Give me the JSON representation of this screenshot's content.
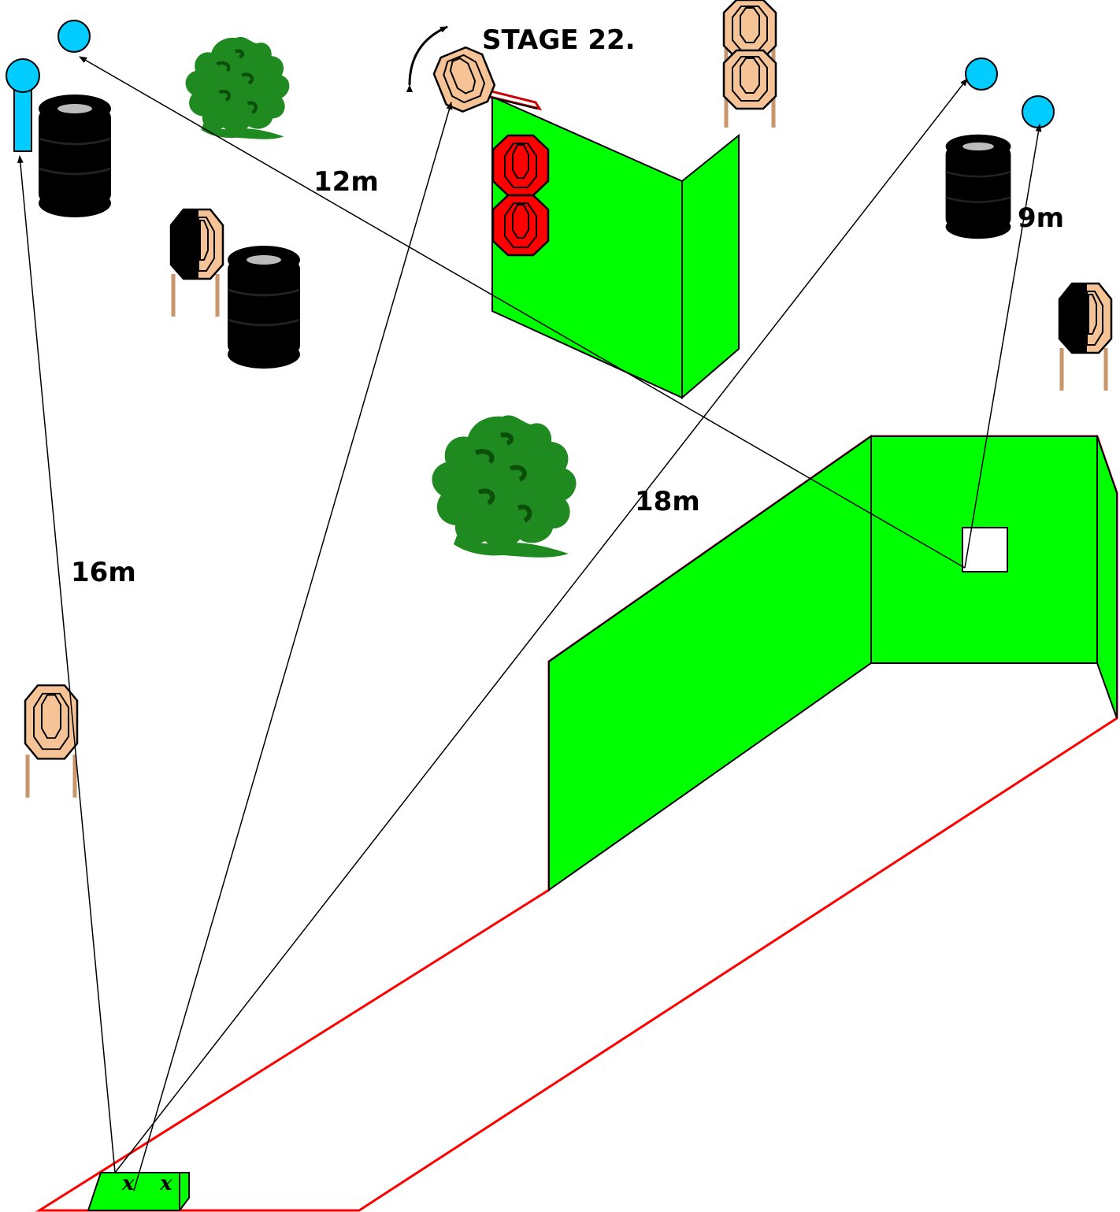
{
  "title": "STAGE 22.",
  "distances": {
    "d12": "12m",
    "d9": "9m",
    "d18": "18m",
    "d16": "16m"
  },
  "start_marks": [
    "x",
    "x"
  ],
  "icons": {
    "paper_target": "paper-target-icon",
    "no_shoot": "no-shoot-target-icon",
    "steel_popper": "steel-popper-icon",
    "plate": "steel-plate-icon",
    "barrel": "barrel-stack-icon",
    "tree": "tree-icon",
    "wall": "green-wall-icon",
    "swinger": "swinging-target-icon"
  },
  "colors": {
    "wall": "#00ff00",
    "fault_line": "#ff0000",
    "paper": "#f5c396",
    "steel": "#00ccff",
    "popper": "#ff0000",
    "tree": "#1f8a1f",
    "barrel": "#000000"
  }
}
